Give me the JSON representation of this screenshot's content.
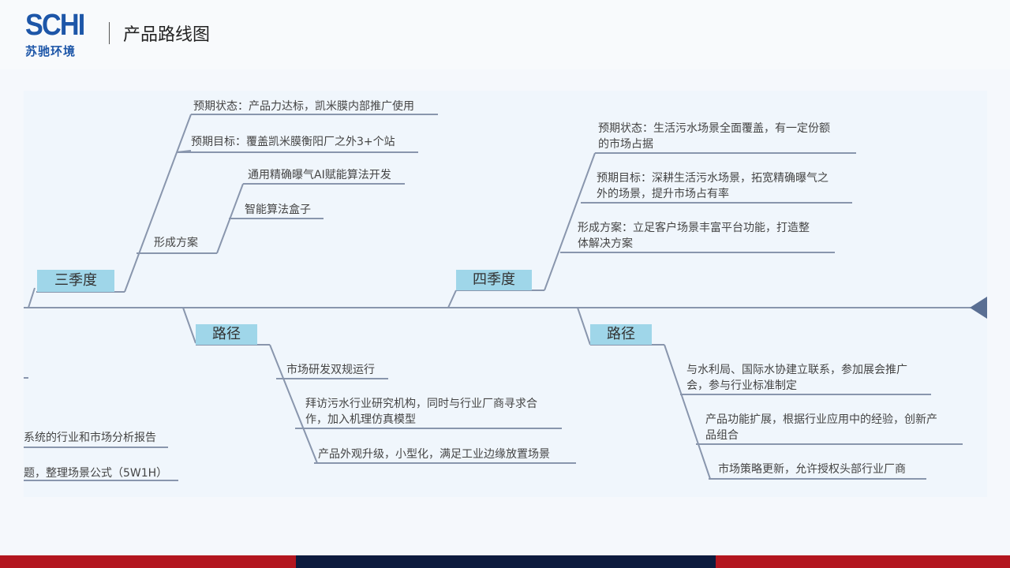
{
  "header": {
    "logo_mark": "SCHI",
    "logo_sub": "苏驰环境",
    "title": "产品路线图"
  },
  "colors": {
    "accent": "#1d56a8",
    "box_fill": "#9fd6e9",
    "line": "#8996ad",
    "arrow": "#5a6f93",
    "footer_red": "#b3161f",
    "footer_navy": "#0d1b3e"
  },
  "diagram": {
    "q3": {
      "label": "三季度",
      "status": "预期状态：产品力达标，凯米膜内部推广使用",
      "goal": "预期目标：覆盖凯米膜衡阳厂之外3+个站",
      "plan": "形成方案",
      "plan_items": [
        "通用精确曝气AI赋能算法开发",
        "智能算法盒子"
      ]
    },
    "q3_path": {
      "label": "路径",
      "items": [
        "市场研发双规运行",
        "拜访污水行业研究机构，同时与行业厂商寻求合",
        "作，加入机理仿真模型",
        "产品外观升级，小型化，满足工业边缘放置场景"
      ]
    },
    "left_cut": [
      "系统的行业和市场分析报告",
      "题，整理场景公式（5W1H）"
    ],
    "q4": {
      "label": "四季度",
      "status": [
        "预期状态：生活污水场景全面覆盖，有一定份额",
        "的市场占据"
      ],
      "goal": [
        "预期目标：深耕生活污水场景，拓宽精确曝气之",
        "外的场景，提升市场占有率"
      ],
      "plan": [
        "形成方案：立足客户场景丰富平台功能，打造整",
        "体解决方案"
      ]
    },
    "q4_path": {
      "label": "路径",
      "items": [
        [
          "与水利局、国际水协建立联系，参加展会推广",
          "会，参与行业标准制定"
        ],
        [
          "产品功能扩展，根据行业应用中的经验，创新产",
          "品组合"
        ],
        [
          "市场策略更新，允许授权头部行业厂商"
        ]
      ]
    }
  }
}
